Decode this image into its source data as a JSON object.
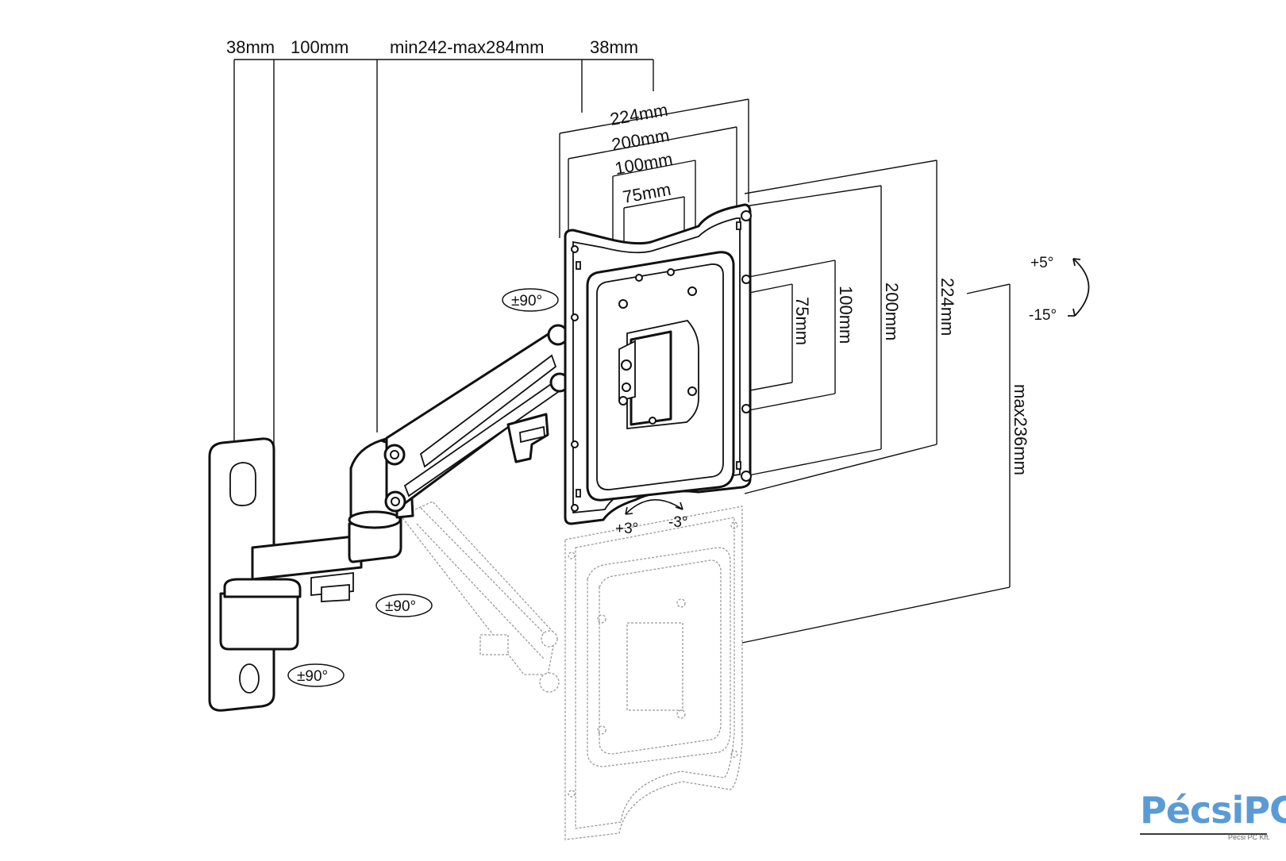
{
  "dimensions": {
    "top_38_left": "38mm",
    "top_100": "100mm",
    "top_arm": "min242-max284mm",
    "top_38_right": "38mm",
    "vesa_224_w": "224mm",
    "vesa_200_w": "200mm",
    "vesa_100_w": "100mm",
    "vesa_75_w": "75mm",
    "vesa_75_h": "75mm",
    "vesa_100_h": "100mm",
    "vesa_200_h": "200mm",
    "vesa_224_h": "224mm",
    "max_drop": "max236mm"
  },
  "angles": {
    "tilt_up": "+5°",
    "tilt_down": "-15°",
    "rotate_plus": "+3°",
    "rotate_minus": "-3°",
    "swivel_head": "±90°",
    "swivel_mid": "±90°",
    "swivel_wall": "±90°"
  },
  "logo": {
    "name": "PécsiPC",
    "company": "Pécsi PC Kft."
  }
}
